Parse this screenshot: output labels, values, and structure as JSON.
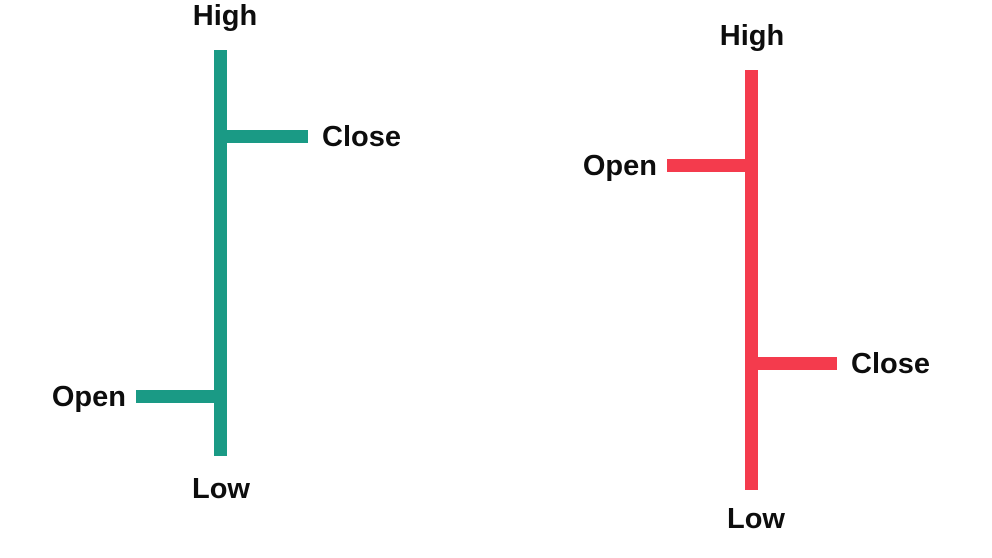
{
  "figure": {
    "background_color": "#ffffff",
    "text_color": "#0d0d0d",
    "bullish": {
      "name": "bullish-ohlc-bar",
      "color": "#1a9a85",
      "high_label": "High",
      "close_label": "Close",
      "open_label": "Open",
      "low_label": "Low"
    },
    "bearish": {
      "name": "bearish-ohlc-bar",
      "color": "#f43b4d",
      "high_label": "High",
      "open_label": "Open",
      "close_label": "Close",
      "low_label": "Low"
    }
  }
}
